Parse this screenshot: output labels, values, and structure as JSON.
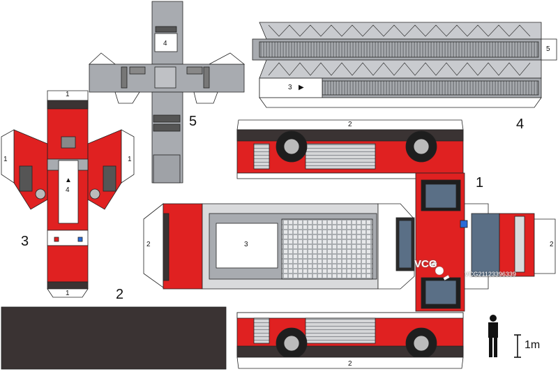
{
  "labels": {
    "part1": "1",
    "part2": "2",
    "part3": "3",
    "part4": "4",
    "part5": "5",
    "flap1": "1",
    "flap2": "2",
    "flap3": "3",
    "flap4": "4",
    "flap5": "5",
    "arrow_up": "▲",
    "arrow_right": "▶"
  },
  "scale": {
    "text": "1m"
  },
  "watermark": {
    "brand": "VCG",
    "id": "VCG21123396339"
  },
  "colors": {
    "red": "#e02121",
    "dark": "#3a3333",
    "grey": "#a8abb0",
    "light": "#d9dadc",
    "glass": "#5a6f86",
    "white": "#ffffff",
    "outline": "#222222"
  }
}
